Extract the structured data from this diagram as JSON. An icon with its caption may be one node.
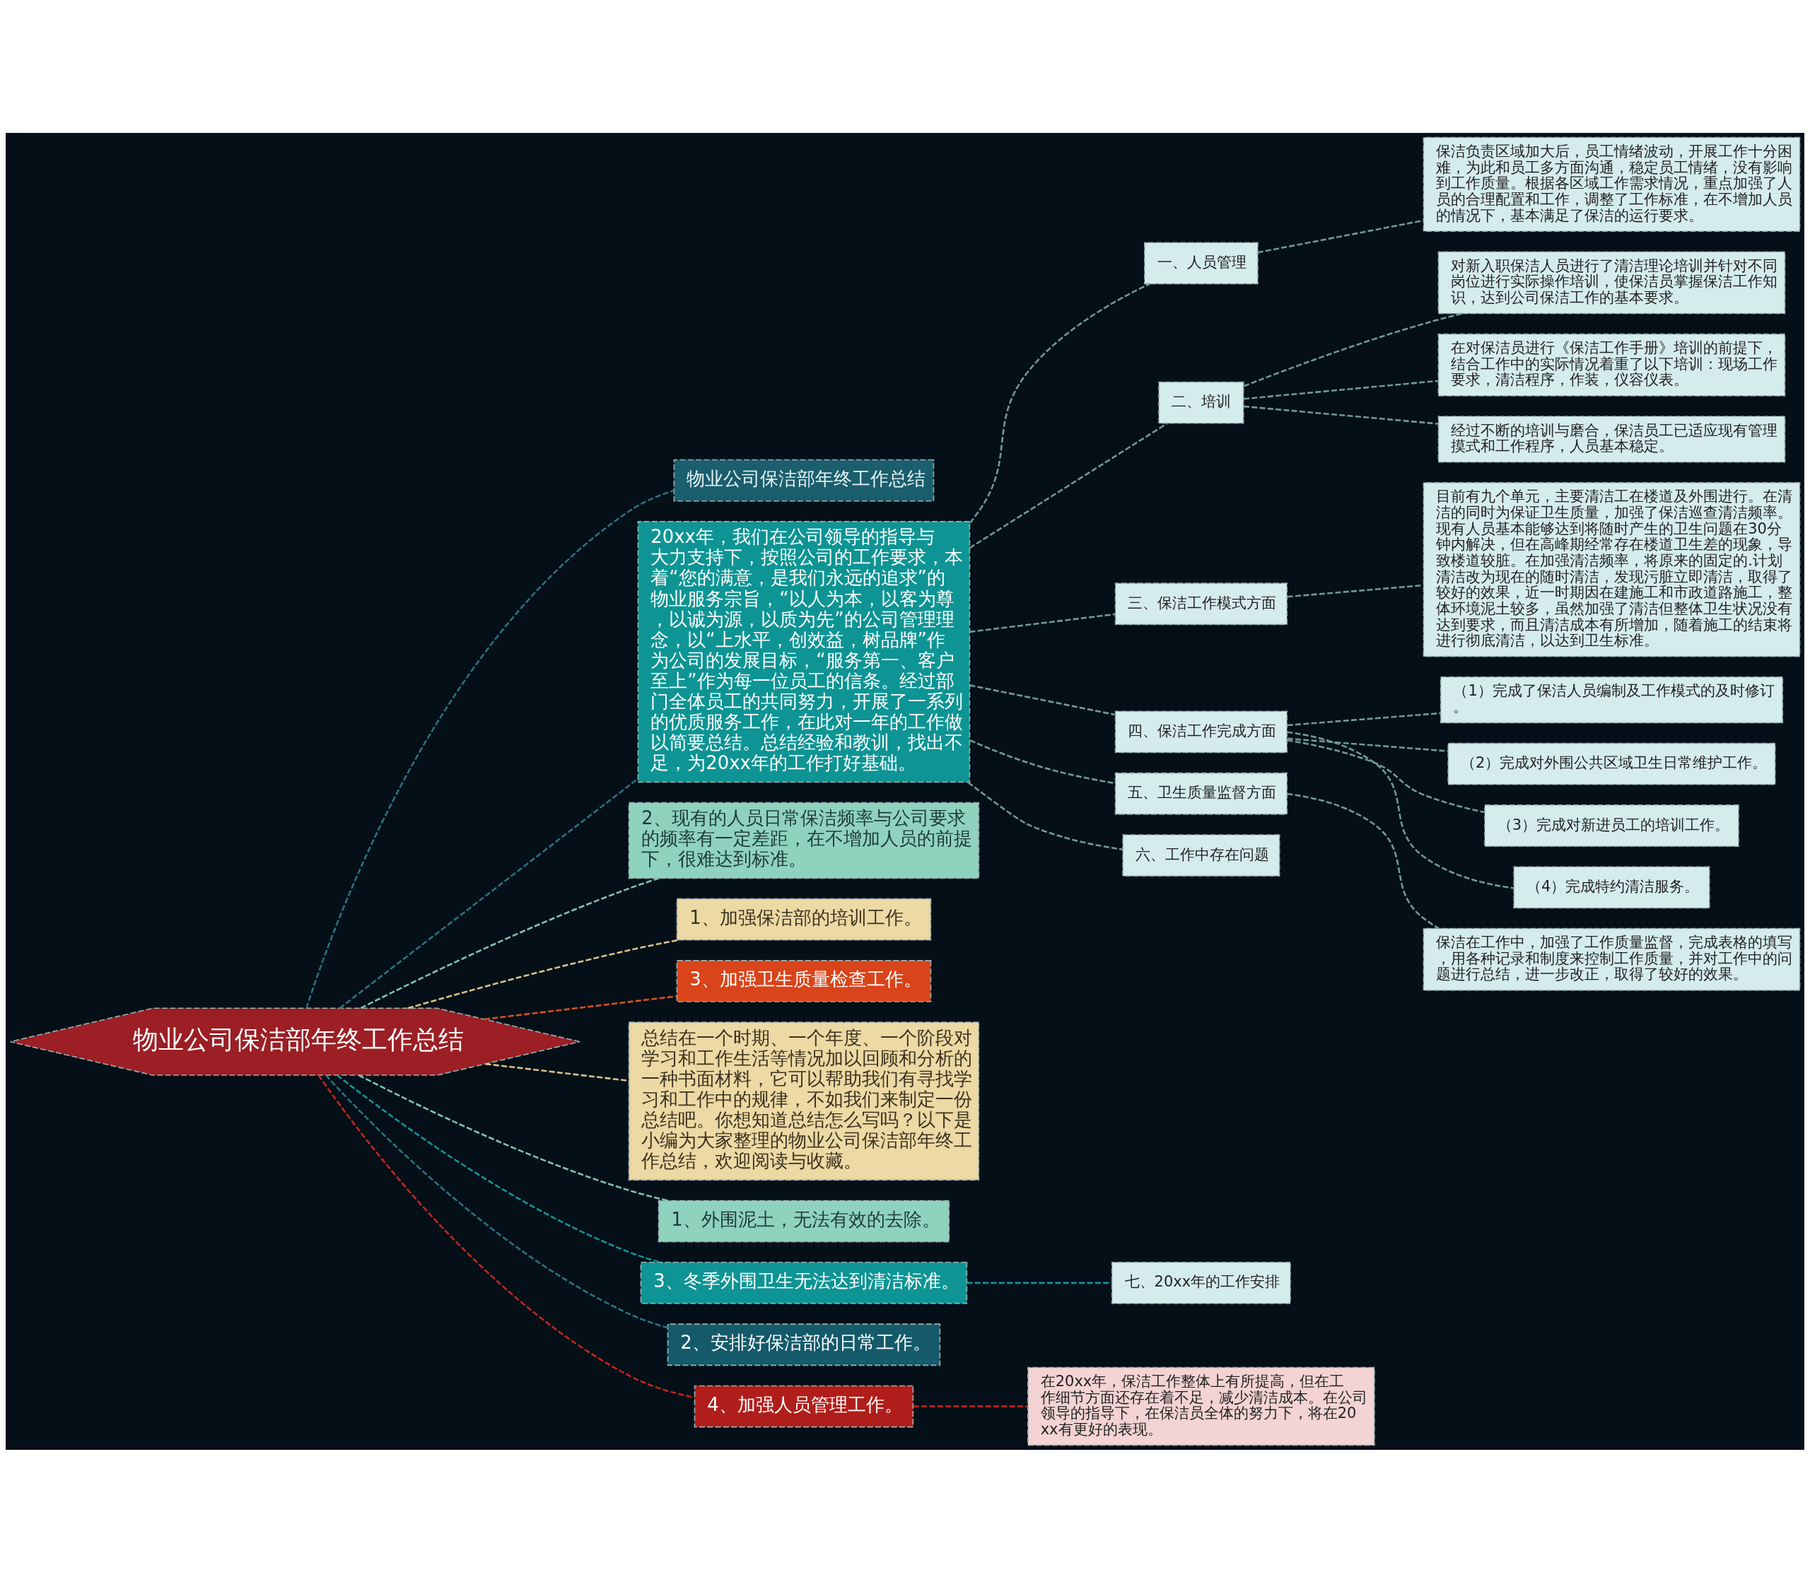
{
  "diagram": {
    "nodes": [
      {
        "text": [
          "物业公司保洁部年终工作总结"
        ]
      },
      {
        "text": [
          "物业公司保洁部年终工作总结"
        ]
      },
      {
        "text": [
          "20xx年，我们在公司领导的指导与大力支持下，按照公司的工作要求，本着“您的满意，是我们永远的追求”的物业服务宗旨，“以人为本，以客为尊，以诚为源，以质为先”的公司管理理念，以“上水平，创效益，树品牌”作为公司的发展目标，“服务第一、客户至上”作为每一位员工的信条。经过部门全体员工的共同努力，开展了一系列的优质服务工作，在此对一年的工作做以简要总结。总结经验和教训，找出不足，为20xx年的工作打好基础。"
        ]
      },
      {
        "text": [
          "一、人员管理"
        ]
      },
      {
        "text": [
          "保洁负责区域加大后，员工情绪波动，开展工作十分困难，为此和员工多方面沟通，稳定员工情绪，没有影响到工作质量。根据各区域工作需求情况，重点加强了人员的合理配置和工作，调整了工作标准，在不增加人员的情况下，基本满足了保洁的运行要求。"
        ]
      },
      {
        "text": [
          "二、培训"
        ]
      },
      {
        "text": [
          "对新入职保洁人员进行了清洁理论培训并针对不同岗位进行实际操作培训，使保洁员掌握保洁工作知识，达到公司保洁工作的基本要求。"
        ]
      },
      {
        "text": [
          "在对保洁员进行《保洁工作手册》培训的前提下，结合工作中的实际情况着重了以下培训：现场工作要求，清洁程序，作装，仪容仪表。"
        ]
      },
      {
        "text": [
          "经过不断的培训与磨合，保洁员工已适应现有管理摸式和工作程序，人员基本稳定。"
        ]
      },
      {
        "text": [
          "三、保洁工作模式方面"
        ]
      },
      {
        "text": [
          "目前有九个单元，主要清洁工在楼道及外围进行。在清洁的同时为保证卫生质量，加强了保洁巡查清洁频率。现有人员基本能够达到将随时产生的卫生问题在30分钟内解决，但在高峰期经常存在楼道卫生差的现象，导致楼道较脏。在加强清洁频率，将原来的固定的.计划清洁改为现在的随时清洁，发现污脏立即清洁，取得了较好的效果，近一时期因在建施工和市政道路施工，整体环境泥土较多，虽然加强了清洁但整体卫生状况没有达到要求，而且清洁成本有所增加，随着施工的结束将进行彻底清洁，以达到卫生标准。"
        ]
      },
      {
        "text": [
          "四、保洁工作完成方面"
        ]
      },
      {
        "text": [
          "（1）完成了保洁人员编制及工作模式的及时修订。"
        ]
      },
      {
        "text": [
          "（2）完成对外围公共区域卫生日常维护工作。"
        ]
      },
      {
        "text": [
          "（3）完成对新进员工的培训工作。"
        ]
      },
      {
        "text": [
          "（4）完成特约清洁服务。"
        ]
      },
      {
        "text": [
          "五、卫生质量监督方面"
        ]
      },
      {
        "text": [
          "保洁在工作中，加强了工作质量监督，完成表格的填写，用各种记录和制度来控制工作质量，并对工作中的问题进行总结，进一步改正，取得了较好的效果。"
        ]
      },
      {
        "text": [
          "六、工作中存在问题"
        ]
      },
      {
        "text": [
          "2、现有的人员日常保洁频率与公司要求的频率有一定差距，在不增加人员的前提下，很难达到标准。"
        ]
      },
      {
        "text": [
          "1、加强保洁部的培训工作。"
        ]
      },
      {
        "text": [
          "3、加强卫生质量检查工作。"
        ]
      },
      {
        "text": [
          "总结在一个时期、一个年度、一个阶段对学习和工作生活等情况加以回顾和分析的一种书面材料，它可以帮助我们有寻找学习和工作中的规律，不如我们来制定一份总结吧。你想知道总结怎么写吗？以下是小编为大家整理的物业公司保洁部年终工作总结，欢迎阅读与收藏。"
        ]
      },
      {
        "text": [
          "1、外围泥土，无法有效的去除。"
        ]
      },
      {
        "text": [
          "3、冬季外围卫生无法达到清洁标准。"
        ]
      },
      {
        "text": [
          "七、20xx年的工作安排"
        ]
      },
      {
        "text": [
          "2、安排好保洁部的日常工作。"
        ]
      },
      {
        "text": [
          "4、加强人员管理工作。"
        ]
      },
      {
        "text": [
          "在20xx年，保洁工作整体上有所提高，但在工作细节方面还存在着不足，减少清洁成本。在公司领导的指导下，在保洁员全体的努力下，将在20xx有更好的表现。"
        ]
      }
    ],
    "edges": [
      {
        "from": 0,
        "to": 1,
        "arrow": "none",
        "style": "dashed",
        "color": "#2a7383"
      },
      {
        "from": 0,
        "to": 2,
        "arrow": "none",
        "style": "dashed",
        "color": "#2a7383"
      },
      {
        "from": 2,
        "to": 3,
        "arrow": "none",
        "style": "dashed",
        "color": "#6f9a9a"
      },
      {
        "from": 3,
        "to": 4,
        "arrow": "none",
        "style": "dashed",
        "color": "#6f9a9a"
      },
      {
        "from": 2,
        "to": 5,
        "arrow": "none",
        "style": "dashed",
        "color": "#6f9a9a"
      },
      {
        "from": 5,
        "to": 6,
        "arrow": "none",
        "style": "dashed",
        "color": "#6f9a9a"
      },
      {
        "from": 5,
        "to": 7,
        "arrow": "none",
        "style": "dashed",
        "color": "#6f9a9a"
      },
      {
        "from": 5,
        "to": 8,
        "arrow": "none",
        "style": "dashed",
        "color": "#6f9a9a"
      },
      {
        "from": 2,
        "to": 9,
        "arrow": "none",
        "style": "dashed",
        "color": "#6f9a9a"
      },
      {
        "from": 9,
        "to": 10,
        "arrow": "none",
        "style": "dashed",
        "color": "#6f9a9a"
      },
      {
        "from": 2,
        "to": 11,
        "arrow": "none",
        "style": "dashed",
        "color": "#6f9a9a"
      },
      {
        "from": 11,
        "to": 12,
        "arrow": "none",
        "style": "dashed",
        "color": "#6f9a9a"
      },
      {
        "from": 11,
        "to": 13,
        "arrow": "none",
        "style": "dashed",
        "color": "#6f9a9a"
      },
      {
        "from": 11,
        "to": 14,
        "arrow": "none",
        "style": "dashed",
        "color": "#6f9a9a"
      },
      {
        "from": 11,
        "to": 15,
        "arrow": "none",
        "style": "dashed",
        "color": "#6f9a9a"
      },
      {
        "from": 2,
        "to": 16,
        "arrow": "none",
        "style": "dashed",
        "color": "#6f9a9a"
      },
      {
        "from": 16,
        "to": 17,
        "arrow": "none",
        "style": "dashed",
        "color": "#6f9a9a"
      },
      {
        "from": 2,
        "to": 18,
        "arrow": "none",
        "style": "dashed",
        "color": "#6f9a9a"
      },
      {
        "from": 0,
        "to": 19,
        "arrow": "none",
        "style": "dashed",
        "color": "#7fc4ae"
      },
      {
        "from": 0,
        "to": 20,
        "arrow": "none",
        "style": "dashed",
        "color": "#d8c28a"
      },
      {
        "from": 0,
        "to": 21,
        "arrow": "none",
        "style": "dashed",
        "color": "#d9531e"
      },
      {
        "from": 0,
        "to": 22,
        "arrow": "none",
        "style": "dashed",
        "color": "#d8c28a"
      },
      {
        "from": 0,
        "to": 23,
        "arrow": "none",
        "style": "dashed",
        "color": "#7fc4ae"
      },
      {
        "from": 0,
        "to": 24,
        "arrow": "none",
        "style": "dashed",
        "color": "#12949a"
      },
      {
        "from": 24,
        "to": 25,
        "arrow": "none",
        "style": "dashed",
        "color": "#12949a"
      },
      {
        "from": 0,
        "to": 26,
        "arrow": "none",
        "style": "dashed",
        "color": "#2a7383"
      },
      {
        "from": 0,
        "to": 27,
        "arrow": "none",
        "style": "dashed",
        "color": "#c0281f"
      },
      {
        "from": 27,
        "to": 28,
        "arrow": "none",
        "style": "dashed",
        "color": "#c0281f"
      }
    ]
  }
}
